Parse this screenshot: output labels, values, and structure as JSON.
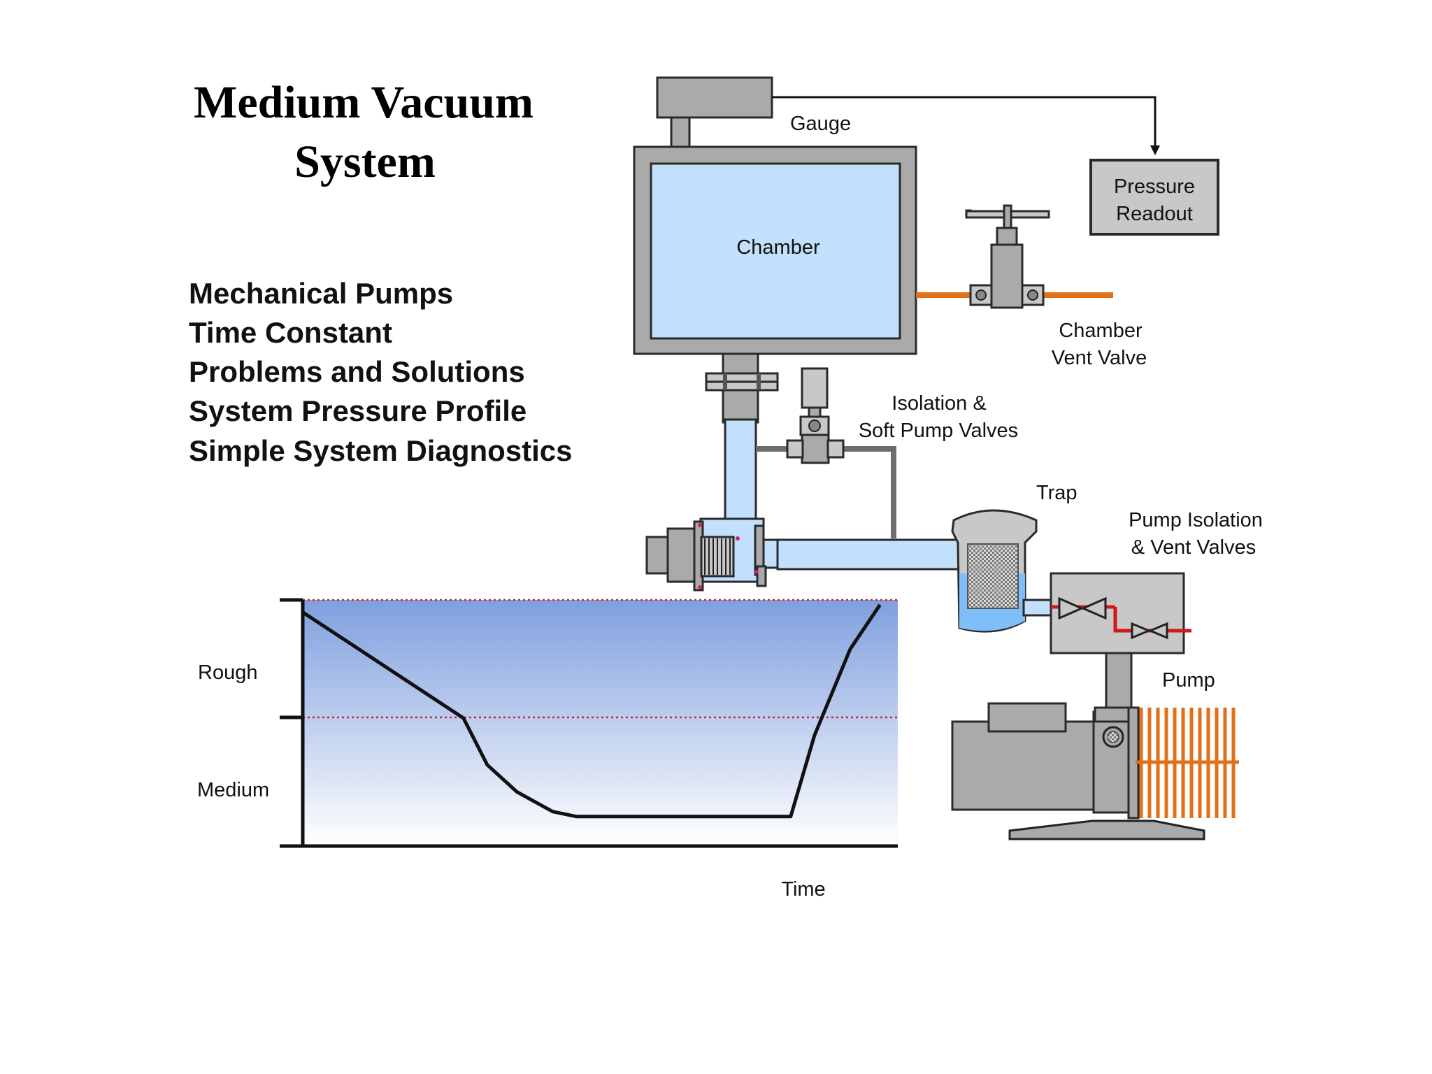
{
  "title": {
    "line1": "Medium Vacuum",
    "line2": "System"
  },
  "topics": [
    "Mechanical Pumps",
    "Time Constant",
    "Problems and Solutions",
    "System Pressure Profile",
    "Simple System Diagnostics"
  ],
  "components": {
    "gauge": "Gauge",
    "pressure_readout": {
      "line1": "Pressure",
      "line2": "Readout"
    },
    "chamber": "Chamber",
    "vent_valve": {
      "line1": "Chamber",
      "line2": "Vent Valve"
    },
    "isolation_valves": {
      "line1": "Isolation &",
      "line2": "Soft Pump Valves"
    },
    "trap": "Trap",
    "pump_valves": {
      "line1": "Pump Isolation",
      "line2": "& Vent Valves"
    },
    "pump": "Pump"
  },
  "chart_data": {
    "type": "line",
    "title": "",
    "xlabel": "Time",
    "ylabel": "",
    "y_regions": [
      "Rough",
      "Medium"
    ],
    "description_points": [
      {
        "x": 0.0,
        "y": 0.95
      },
      {
        "x": 0.27,
        "y": 0.52
      },
      {
        "x": 0.31,
        "y": 0.33
      },
      {
        "x": 0.36,
        "y": 0.22
      },
      {
        "x": 0.42,
        "y": 0.14
      },
      {
        "x": 0.46,
        "y": 0.12
      },
      {
        "x": 0.82,
        "y": 0.12
      },
      {
        "x": 0.86,
        "y": 0.45
      },
      {
        "x": 0.92,
        "y": 0.8
      },
      {
        "x": 0.97,
        "y": 0.98
      }
    ]
  },
  "colors": {
    "gas": "#c2e0fb",
    "metal": "#aaaaaa",
    "vent_line": "#e0701a",
    "valve_line": "#d01818",
    "chart_top": "#7f9fde",
    "chart_bottom": "#ffffff",
    "region_boundary": "#c0283a"
  }
}
